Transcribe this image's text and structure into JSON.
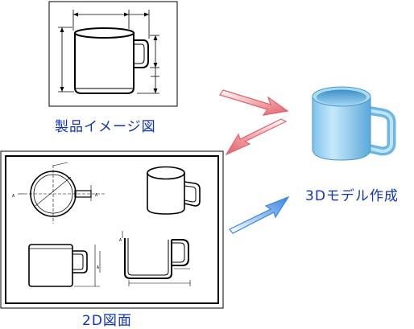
{
  "labels": {
    "product_image": "製品イメージ図",
    "model_3d": "3Dモデル作成",
    "drawing_2d": "2D図面"
  },
  "colors": {
    "label_text": "#1233b8",
    "arrow_red": "#e4606a",
    "arrow_blue": "#3a86e0",
    "mug_3d": "#8ecdf0",
    "line": "#000000"
  }
}
